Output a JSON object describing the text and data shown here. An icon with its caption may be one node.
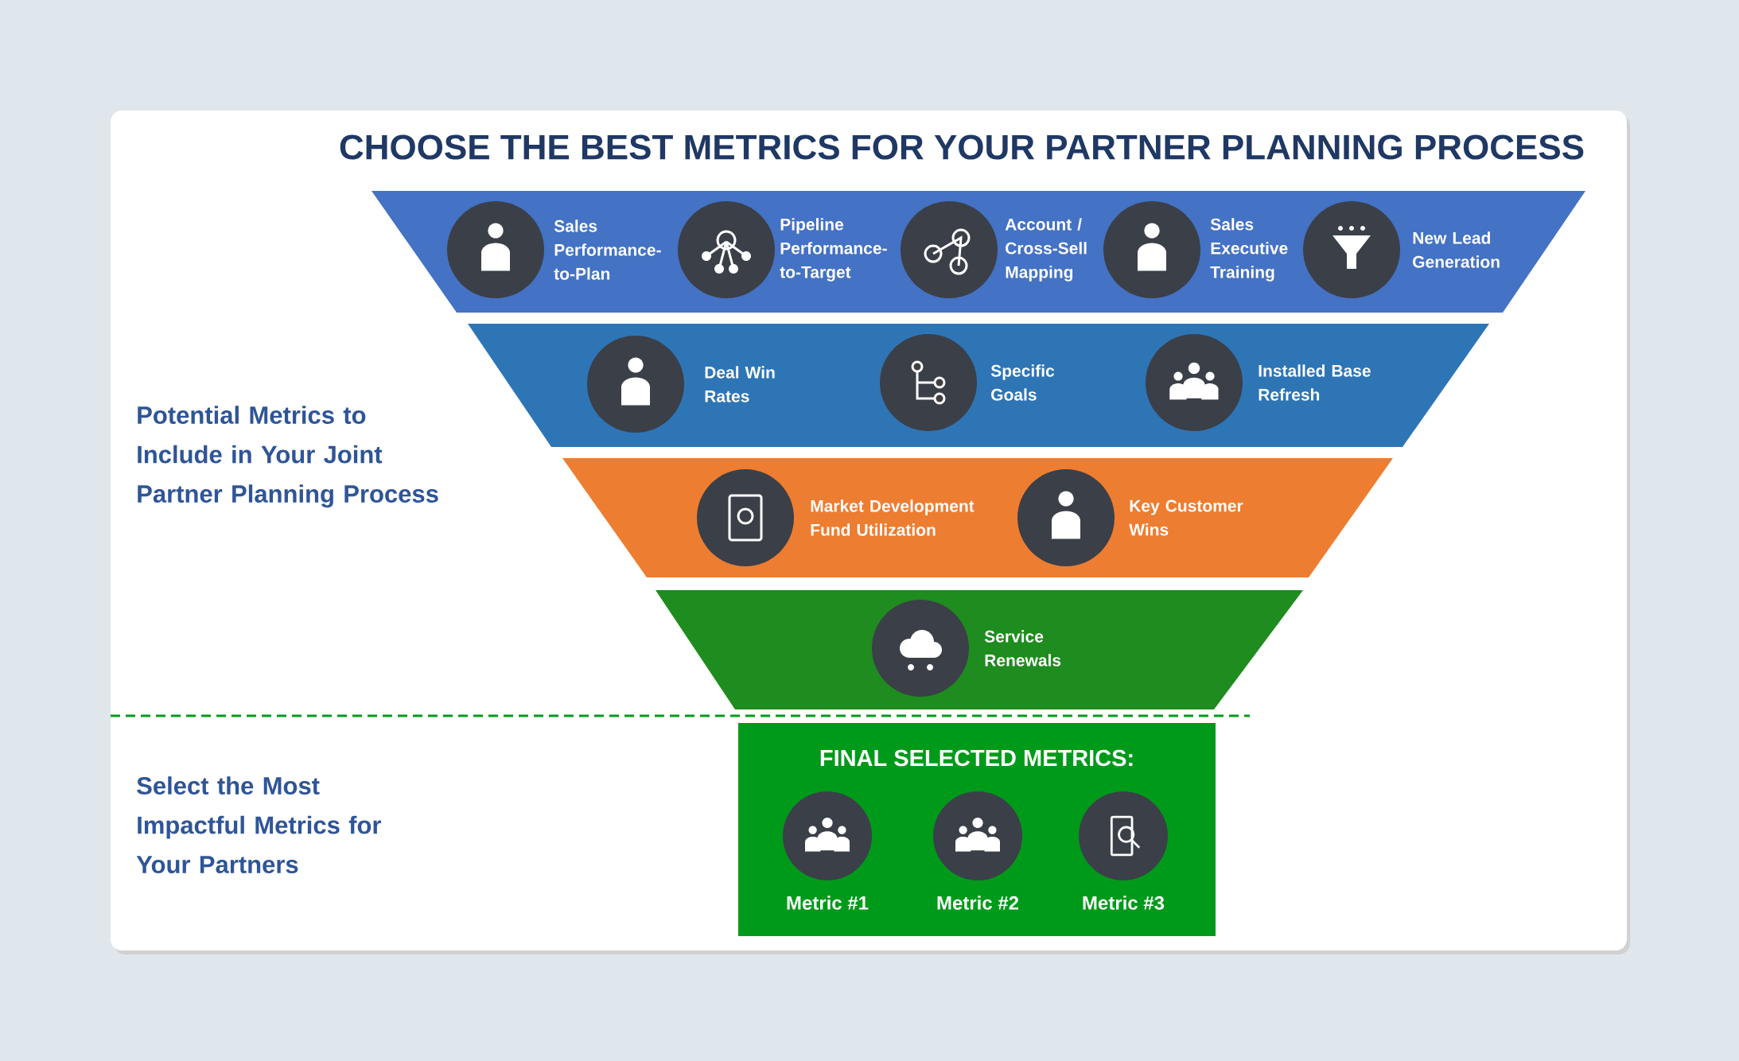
{
  "diagram": {
    "title": "CHOOSE THE BEST METRICS FOR YOUR PARTNER PLANNING PROCESS",
    "nodes": [
      {
        "text": [],
        "shape": "trapezoid"
      },
      {
        "text": [
          "Sales Performance-to-Plan"
        ],
        "in": 0
      },
      {
        "text": [
          "Pipeline Performance-to-Target"
        ],
        "in": 0
      },
      {
        "text": [
          "Account / Cross-Sell Mapping"
        ],
        "in": 0
      },
      {
        "text": [
          "Sales Executive Training"
        ],
        "in": 0
      },
      {
        "text": [
          "New Lead Generation"
        ],
        "in": 0
      },
      {
        "text": [],
        "shape": "trapezoid"
      },
      {
        "text": [
          "Deal Win Rates"
        ],
        "in": 6
      },
      {
        "text": [
          "Specific Goals"
        ],
        "in": 6
      },
      {
        "text": [
          "Installed Base Refresh"
        ],
        "in": 6
      },
      {
        "text": [],
        "shape": "trapezoid"
      },
      {
        "text": [
          "Market Development Fund Utilization"
        ],
        "in": 10
      },
      {
        "text": [
          "Key Customer Wins"
        ],
        "in": 10
      },
      {
        "text": [],
        "shape": "trapezoid"
      },
      {
        "text": [
          "Service Renewals"
        ],
        "in": 13
      },
      {
        "text": [
          "FINAL SELECTED METRICS:"
        ]
      },
      {
        "text": [
          "Metric #1"
        ],
        "in": 15
      },
      {
        "text": [
          "Metric #2"
        ],
        "in": 15
      },
      {
        "text": [
          "Metric #3"
        ],
        "in": 15
      }
    ],
    "labels": [
      "Potential Metrics to Include in Your Joint Partner Planning Process",
      "Select the Most Impactful Metrics for Your Partners"
    ]
  }
}
